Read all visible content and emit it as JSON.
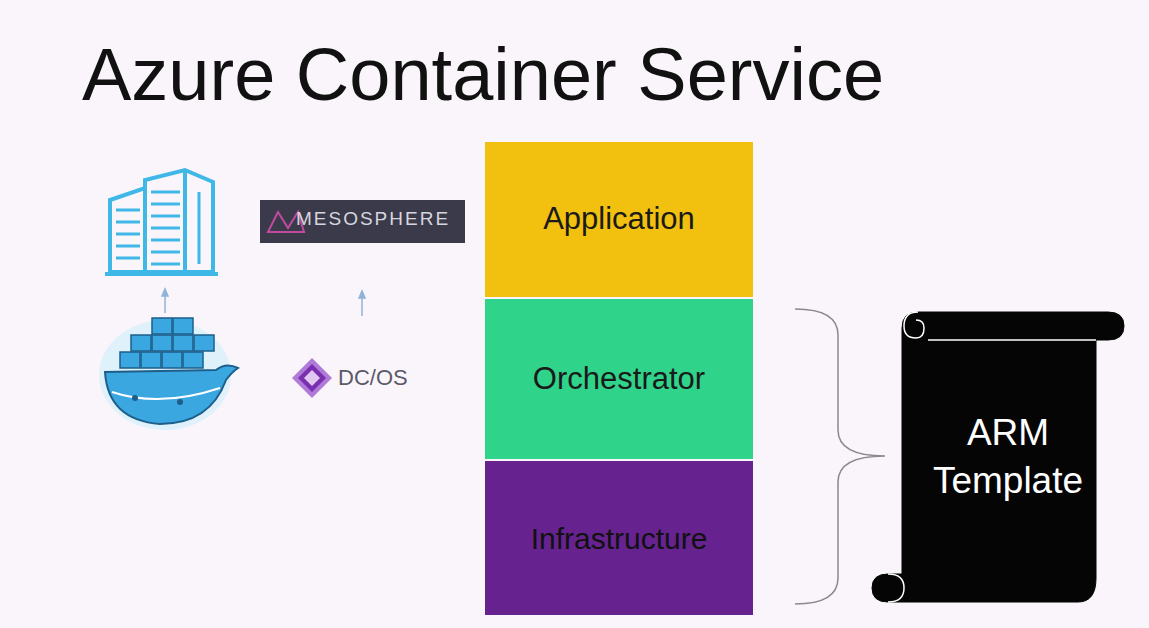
{
  "diagram": {
    "title": "Azure Container Service",
    "nodes": [
      {
        "text": [
          "Application"
        ]
      },
      {
        "text": [
          "Orchestrator"
        ]
      },
      {
        "text": [
          "Infrastructure"
        ]
      },
      {
        "text": [
          "ARM Template"
        ]
      }
    ],
    "labels": [
      "MESOSPHERE",
      "DC/OS"
    ]
  }
}
